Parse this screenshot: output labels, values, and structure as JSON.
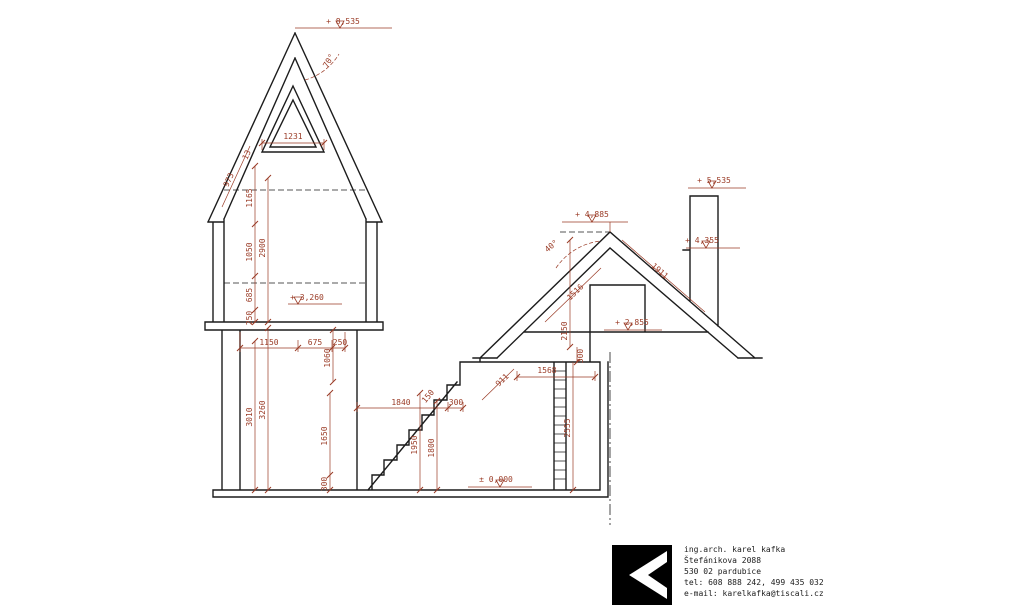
{
  "drawing": {
    "elevations": {
      "spire_top": "+ 8,535",
      "tower_floor": "+ 3,260",
      "ridge": "+ 4,885",
      "chimney_top": "+ 5,535",
      "chimney_ledge": "+ 4,355",
      "attic_floor": "+ 2,855",
      "ground_floor": "± 0,000"
    },
    "angles": {
      "spire": "70°",
      "roof": "40°"
    },
    "dims": {
      "spire_inner_width": "1231",
      "spire_slope": "973",
      "spire_offset": "13",
      "tower_h1": "1165",
      "tower_h2": "1050",
      "tower_h3": "685",
      "tower_h4": "250",
      "tower_total": "2900",
      "room_w1": "1150",
      "room_w2": "675",
      "room_w3": "250",
      "parapet": "1060",
      "room_h": "3010",
      "room_h_total": "3260",
      "lower_h1": "1650",
      "lower_h2": "300",
      "stair_run": "1840",
      "stair_w": "300",
      "step": "150",
      "stair_h1": "1950",
      "stair_h2": "1800",
      "hall_w": "1568",
      "eave_len": "911",
      "roof_left": "1516",
      "roof_right": "1911",
      "attic_h": "2150",
      "attic_floor_t": "300",
      "ground_h": "2555"
    }
  },
  "titleblock": {
    "name": "ing.arch. karel kafka",
    "street": "Štefánikova 2088",
    "city": "530 02 pardubice",
    "phone": "tel: 608 888 242, 499 435 032",
    "email": "e-mail: karelkafka@tiscali.cz"
  }
}
